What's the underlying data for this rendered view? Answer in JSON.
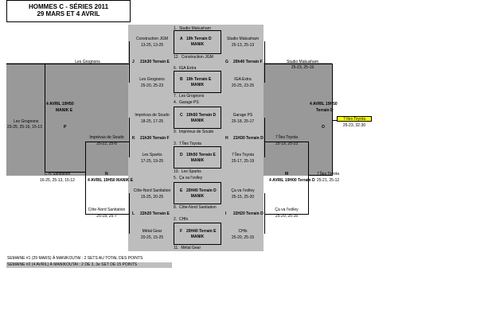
{
  "header": {
    "title_line1": "HOMMES C - SÉRIES 2011",
    "title_line2": "29 MARS ET 4 AVRIL"
  },
  "seeds": {
    "s1": "1.",
    "s1_team": "Studio Makusham",
    "s12": "12.",
    "s12_team": "Construction JGM",
    "s6": "6.",
    "s6_team": "IGA Extra",
    "s7": "7.",
    "s7_team": "Les Grognons",
    "s4": "4.",
    "s4_team": "Garage PS",
    "s9": "9.",
    "s9_team": "Imprévus de Soudo",
    "s3": "3.",
    "s3_team": "7 Îles Toyota",
    "s10": "10.",
    "s10_team": "Les Sparks",
    "s5": "5.",
    "s5_team": "Ça va l'volley",
    "s8": "8.",
    "s8_team": "Côte-Nord Sanitation",
    "s2": "2.",
    "s2_team": "CHfs",
    "s11": "11.",
    "s11_team": "Métal Gear"
  },
  "matches": {
    "A": {
      "letter": "A",
      "info": "19h Terrain D",
      "venue": "MANIK",
      "left_team": "Construction JGM",
      "left_score": "13-25, 13-25",
      "right_team": "Studio Makusham",
      "right_score": "25-13, 25-13"
    },
    "B": {
      "letter": "B",
      "info": "19h Terrain E",
      "venue": "MANIK",
      "left_team": "Les Grognons",
      "left_score": "25-20, 25-23",
      "right_team": "IGA Extra",
      "right_score": "20-25, 23-25"
    },
    "C": {
      "letter": "C",
      "info": "19h50 Terrain D",
      "venue": "MANIK",
      "left_team": "Imprévus de Soudo",
      "left_score": "18-25, 17-25",
      "right_team": "Garage PS",
      "right_score": "25-18, 25-17"
    },
    "D": {
      "letter": "D",
      "info": "19h50 Terrain E",
      "venue": "MANIK",
      "left_team": "Les Sparks",
      "left_score": "17-25, 19-25",
      "right_team": "7 Îles Toyota",
      "right_score": "25-17, 25-19"
    },
    "E": {
      "letter": "E",
      "info": "20H40 Terrain D",
      "venue": "MANIK",
      "left_team": "Côte-Nord Sanitation",
      "left_score": "15-25, 20-25",
      "right_team": "Ça va l'volley",
      "right_score": "25-15, 25-20"
    },
    "F": {
      "letter": "F",
      "info": "20H40 Terrain E",
      "venue": "MANIK",
      "left_team": "Métal Gear",
      "left_score": "20-25, 15-25",
      "right_team": "CHfs",
      "right_score": "25-20, 25-15"
    },
    "J": {
      "letter": "J",
      "info": "21h30 Terrain E"
    },
    "G": {
      "letter": "G",
      "info": "20h40 Terrain F"
    },
    "K": {
      "letter": "K",
      "info": "21h30 Terrain F"
    },
    "H": {
      "letter": "H",
      "info": "21H30 Terrain D"
    },
    "L": {
      "letter": "L",
      "info": "22h20 Terrain E"
    },
    "I": {
      "letter": "I",
      "info": "22H20 Terrain D"
    },
    "P": {
      "letter": "P",
      "date": "4 AVRIL 19H50",
      "venue": "MANIK E"
    },
    "N": {
      "letter": "N",
      "info": "4 AVRIL 19H50 MANIK E"
    },
    "O": {
      "letter": "O",
      "date": "4 AVRIL 19H50",
      "venue": "Terrain D"
    },
    "M": {
      "letter": "M",
      "info": "4 AVRIL 19H00 Terrain D"
    }
  },
  "outer": {
    "grognons_top": "Les Grognons",
    "studio_top": "Studio Makusham",
    "studio_score": "25-23, 25-19",
    "imprevus_left": "Imprévus de Soudo",
    "imprevus_score": "25-22, 25-8",
    "grognons_left": "Les Grognons",
    "grognons_left_score": "23-25, 25-16, 15-13",
    "toyota_right1": "7 Îles Toyota",
    "toyota_right1_score": "25-19, 25-23",
    "toyota_right2": "7 Îles Toyota",
    "toyota_right2_score": "25-21, 25-12",
    "cn_sanitation": "C-N Sanitation",
    "cn_score": "16-25, 25-13, 15-12",
    "cote_nord_lower": "Côte-Nord Sanitation",
    "cote_nord_lower_score": "25-18, 25-7",
    "cava_lower": "Ça va l'volley",
    "cava_lower_score": "25-20, 25-16",
    "champion": "7 Îles Toyota",
    "champion_score": "25-23, 32-30"
  },
  "notes": {
    "week1": "SEMAINE #1 (29 MARS) À MANIKOUTAI : 2 SETS AU TOTAL DES POINTS",
    "week2": "SEMAINE #2 (4 AVRIL) À MANIKOUTAI : 2 DE 3, 3e SET DE 15 POINTS"
  }
}
